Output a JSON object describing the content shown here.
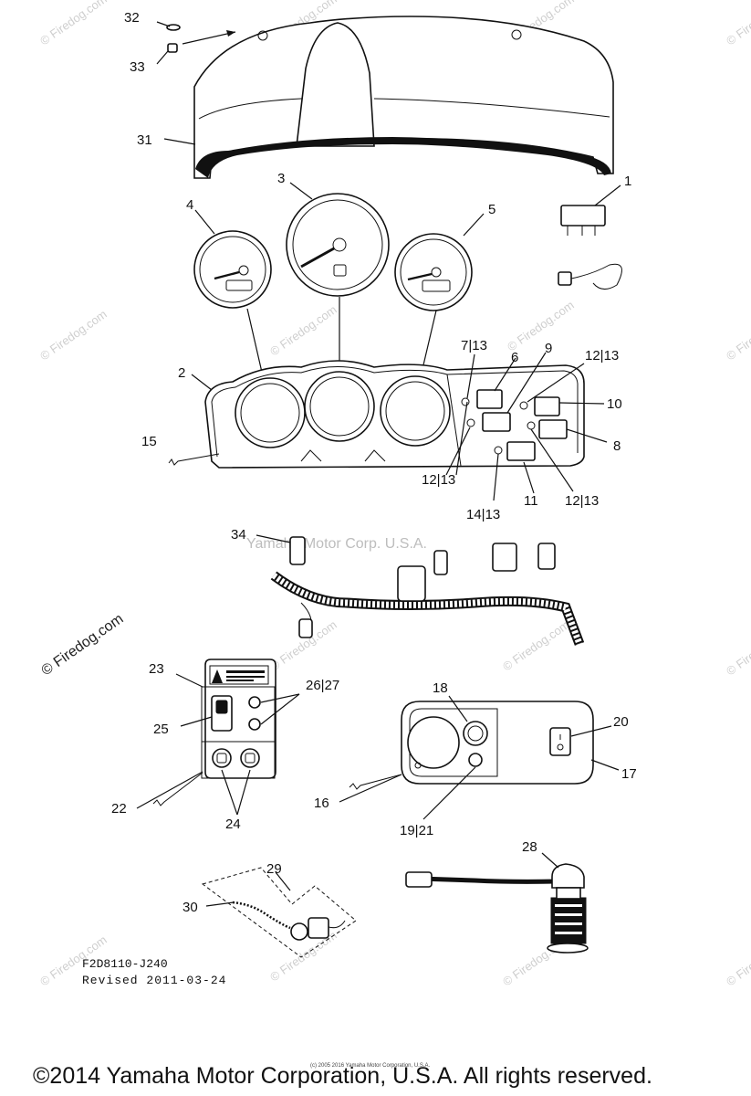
{
  "callouts": [
    "1",
    "2",
    "3",
    "4",
    "5",
    "6",
    "7|13",
    "8",
    "9",
    "10",
    "11",
    "12|13",
    "12|13",
    "12|13",
    "14|13",
    "15",
    "16",
    "17",
    "18",
    "19|21",
    "20",
    "22",
    "23",
    "24",
    "25",
    "26|27",
    "28",
    "29",
    "30",
    "31",
    "32",
    "33",
    "34"
  ],
  "watermarks": {
    "site": "© Firedog.com",
    "site_large": "© Firedog.com",
    "company_center": "Yamaha Motor Corp. U.S.A."
  },
  "drawing_code": "F2D8110-J240",
  "revised": "Revised 2011-03-24",
  "fine_print": "(c) 2005 2016 Yamaha Motor Corporation, U.S.A.",
  "copyright": "©2014 Yamaha Motor Corporation, U.S.A. All rights reserved."
}
